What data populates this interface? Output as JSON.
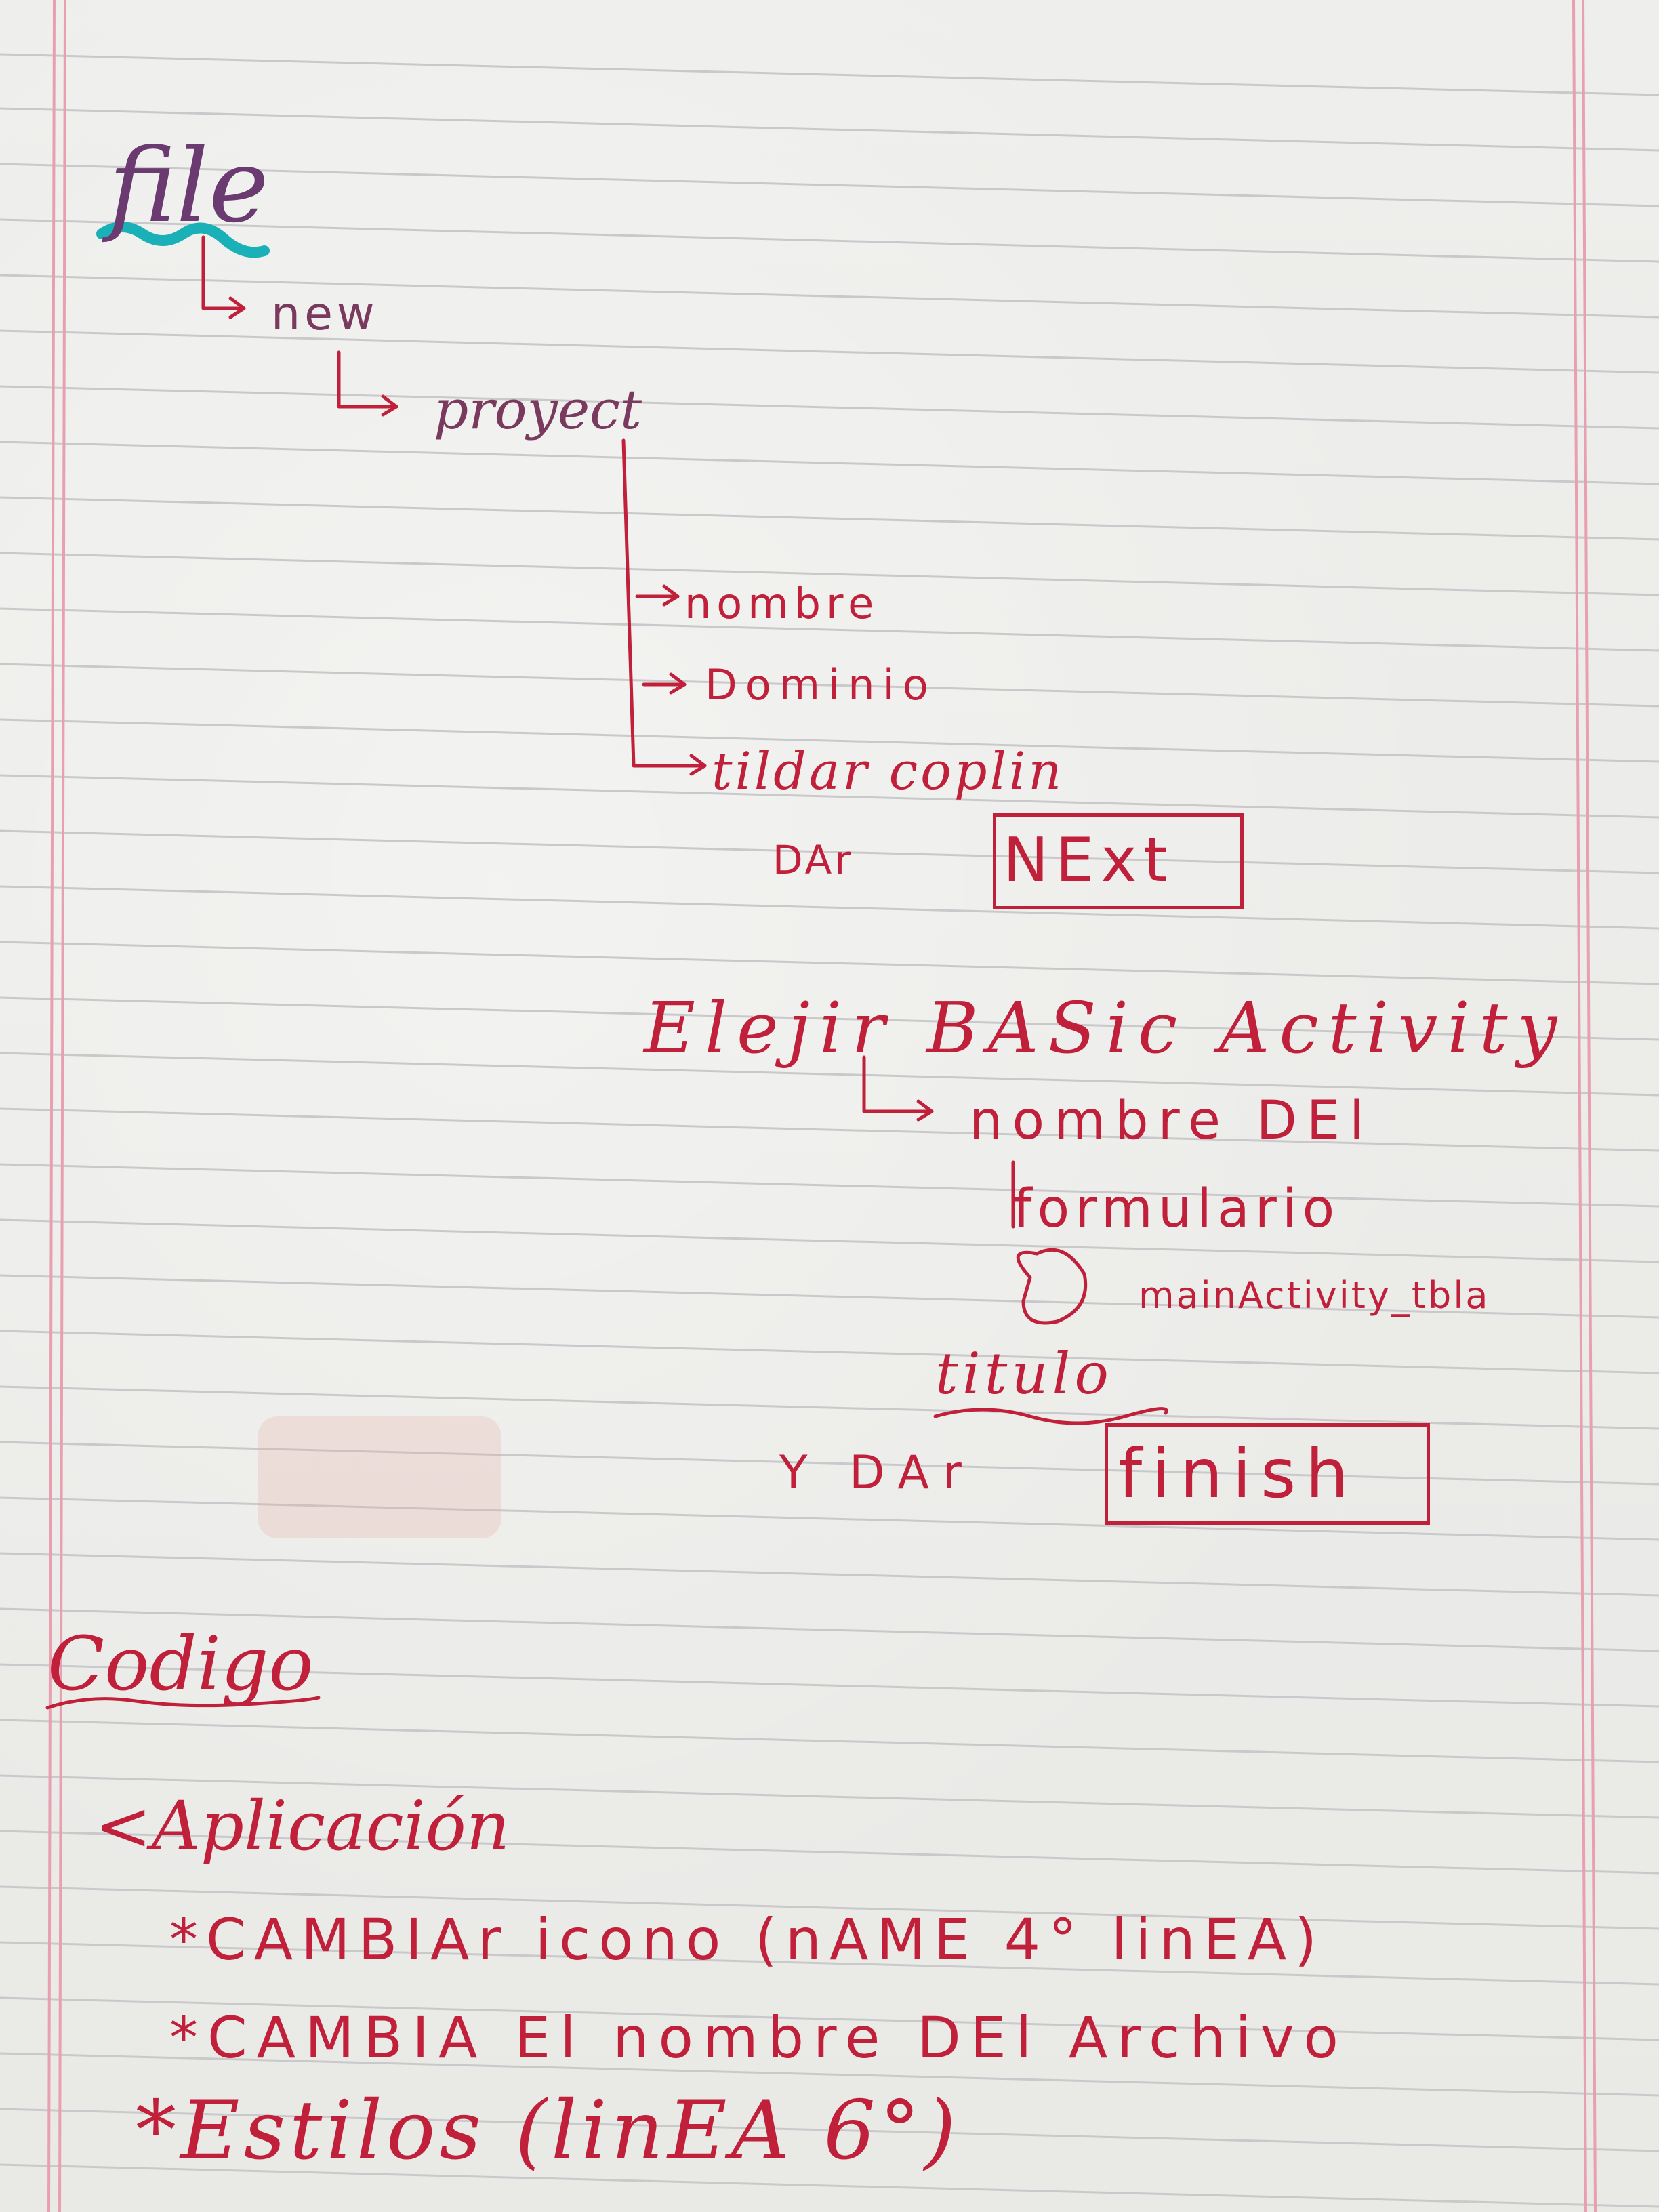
{
  "notes": {
    "line1": "file",
    "line2": "new",
    "line3": "proyect",
    "branch1": "nombre",
    "branch2": "Dominio",
    "branch3": "tildar coplin",
    "next_prefix": "DAr",
    "next_button": "NExt",
    "elegir": "Elejir BASic Activity",
    "nombre_form1": "nombre DEl",
    "nombre_form2": "formulario",
    "main_activity": "mainActivity_tbla",
    "titulo": "titulo",
    "finish_prefix": "Y DAr",
    "finish_button": "finish",
    "codigo": "Codigo",
    "aplicacion": "<Aplicación",
    "item1": "*CAMBIAr icono (nAME 4° linEA)",
    "item2": "*CAMBIA El nombre DEl Archivo",
    "item3": "*Estilos (linEA 6°)"
  },
  "colors": {
    "ink": "#c0203a",
    "highlight": "#1ab0b8",
    "margin_line": "#e8a0b0",
    "rule_line": "#c9c9cc"
  }
}
